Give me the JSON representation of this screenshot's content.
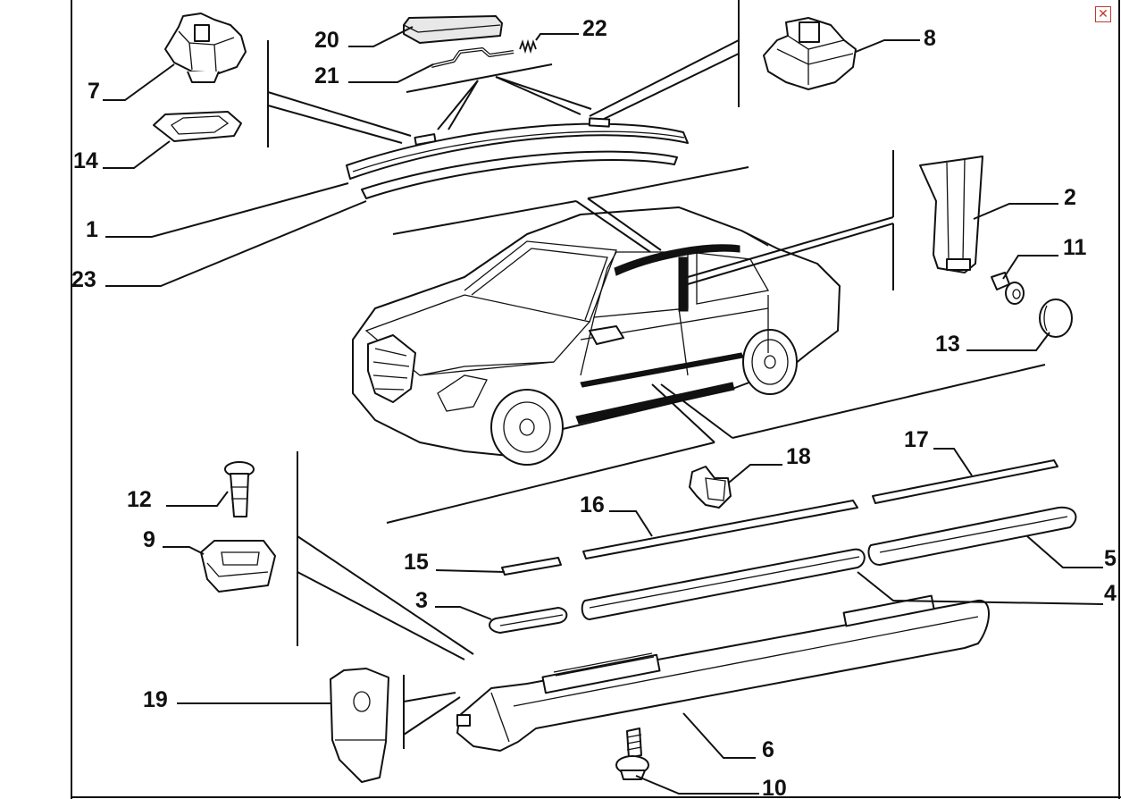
{
  "window": {
    "close_label": "✕",
    "close_icon": "close-icon"
  },
  "labels": {
    "p1": "1",
    "p2": "2",
    "p3": "3",
    "p4": "4",
    "p5": "5",
    "p6": "6",
    "p7": "7",
    "p8": "8",
    "p9": "9",
    "p10": "10",
    "p11": "11",
    "p12": "12",
    "p13": "13",
    "p14": "14",
    "p15": "15",
    "p16": "16",
    "p17": "17",
    "p18": "18",
    "p19": "19",
    "p20": "20",
    "p21": "21",
    "p22": "22",
    "p23": "23"
  },
  "colors": {
    "ink": "#111111",
    "paper": "#ffffff",
    "close_accent": "#c0392b"
  }
}
